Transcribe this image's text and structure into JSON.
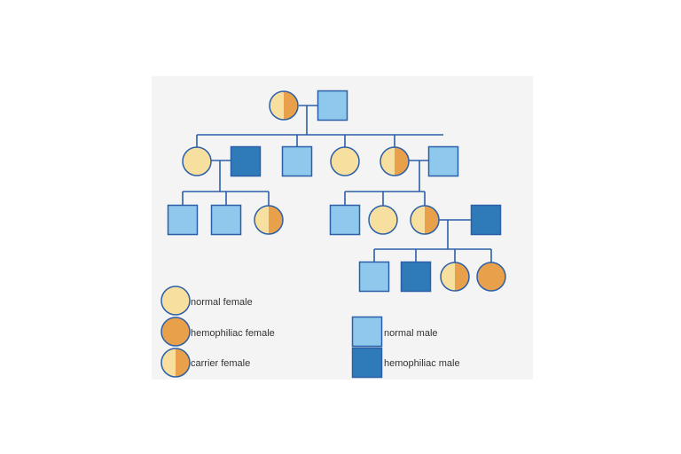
{
  "colors": {
    "normal_female": "#f7dfa0",
    "hemophiliac_female": "#e8a04a",
    "normal_male": "#8ec8ec",
    "hemophiliac_male": "#2f7ab8",
    "outline": "#2b5fa8",
    "line": "#2b5fa8",
    "panel": "#f4f4f4"
  },
  "legend": {
    "normal_female": "normal female",
    "hemophiliac_female": "hemophiliac female",
    "carrier_female": "carrier female",
    "normal_male": "normal male",
    "hemophiliac_male": "hemophiliac male"
  },
  "pedigree": {
    "generation_1": [
      "carrier_female",
      "normal_male"
    ],
    "generation_2": [
      "normal_female",
      "hemophiliac_male",
      "normal_male",
      "normal_female",
      "carrier_female",
      "normal_male"
    ],
    "generation_3_left": [
      "normal_male",
      "normal_male",
      "carrier_female"
    ],
    "generation_3_right": [
      "normal_male",
      "normal_female",
      "carrier_female",
      "hemophiliac_male"
    ],
    "generation_4": [
      "normal_male",
      "hemophiliac_male",
      "carrier_female",
      "hemophiliac_female"
    ]
  }
}
